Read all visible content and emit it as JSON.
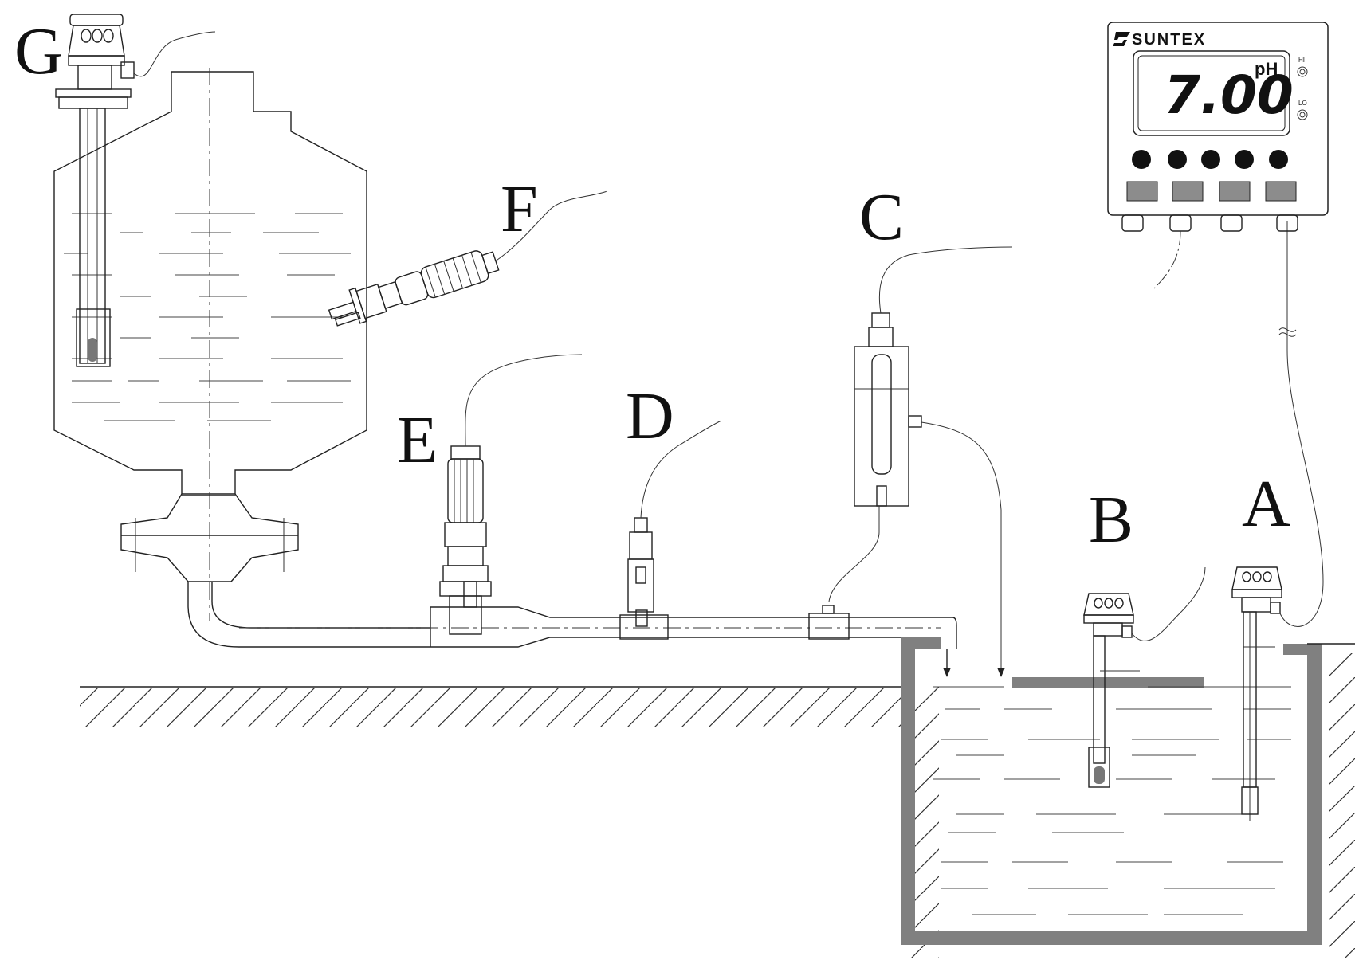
{
  "labels": {
    "A": "A",
    "B": "B",
    "C": "C",
    "D": "D",
    "E": "E",
    "F": "F",
    "G": "G"
  },
  "controller": {
    "brand": "SUNTEX",
    "reading": "7.00",
    "unit": "pH",
    "indicator_hi": "HI",
    "indicator_lo": "LO"
  },
  "colors": {
    "line": "#222222",
    "tank_wall": "#808080",
    "background": "#ffffff"
  }
}
